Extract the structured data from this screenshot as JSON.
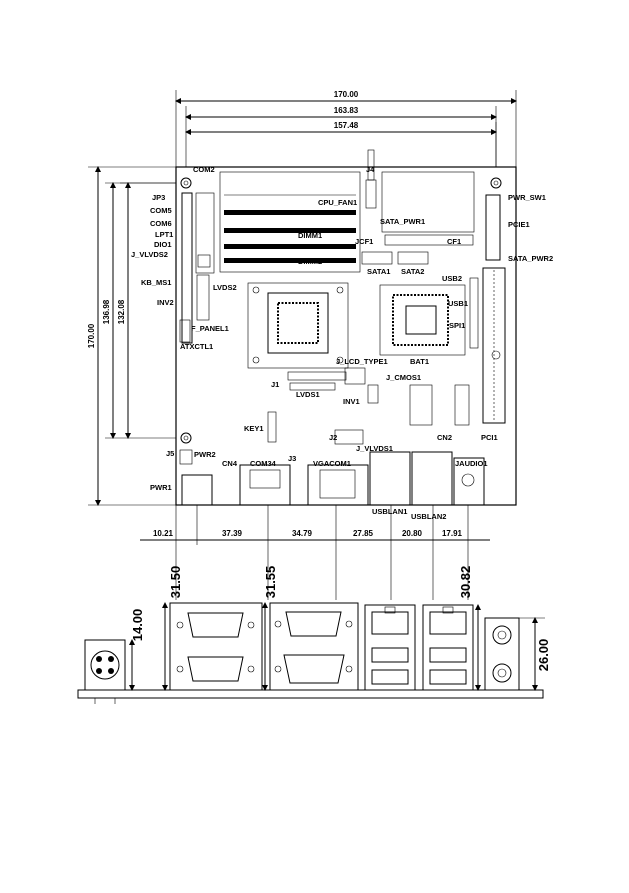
{
  "board": {
    "labels": {
      "com2": "COM2",
      "jp3": "JP3",
      "com5": "COM5",
      "com6": "COM6",
      "lpt1": "LPT1",
      "dio1": "DIO1",
      "j_vlvds2": "J_VLVDS2",
      "kb_ms1": "KB_MS1",
      "inv2": "INV2",
      "f_panel1": "F_PANEL1",
      "atxctl1": "ATXCTL1",
      "lvds2": "LVDS2",
      "j4": "J4",
      "cpu_fan1": "CPU_FAN1",
      "dimm1": "DIMM1",
      "dimm2": "DIMM2",
      "sata_pwr1": "SATA_PWR1",
      "jcf1": "JCF1",
      "cf1": "CF1",
      "sata1": "SATA1",
      "sata2": "SATA2",
      "usb2": "USB2",
      "usb1": "USB1",
      "spi1": "SPI1",
      "pwr_sw1": "PWR_SW1",
      "pcie1": "PCIE1",
      "sata_pwr2": "SATA_PWR2",
      "j_lcd_type1": "J_LCD_TYPE1",
      "bat1": "BAT1",
      "j_cmos1": "J_CMOS1",
      "j1": "J1",
      "lvds1": "LVDS1",
      "inv1": "INV1",
      "key1": "KEY1",
      "j2": "J2",
      "j_vlvds1": "J_VLVDS1",
      "cn2": "CN2",
      "pci1": "PCI1",
      "j5": "J5",
      "pwr2": "PWR2",
      "cn4": "CN4",
      "com34": "COM34",
      "j3": "J3",
      "vgacom1": "VGACOM1",
      "jaudio1": "JAUDIO1",
      "pwr1": "PWR1",
      "usblan1": "USBLAN1",
      "usblan2": "USBLAN2"
    },
    "dimensions": {
      "top": [
        "170.00",
        "163.83",
        "157.48"
      ],
      "left": [
        "170.00",
        "136.98",
        "132.08"
      ],
      "bottom": [
        "10.21",
        "37.39",
        "34.79",
        "27.85",
        "20.80",
        "17.91"
      ]
    }
  },
  "io_view": {
    "dimensions": {
      "power_height": "14.00",
      "com_height": "31.50",
      "vga_height": "31.55",
      "lan_height": "30.82",
      "audio_height": "26.00"
    }
  }
}
